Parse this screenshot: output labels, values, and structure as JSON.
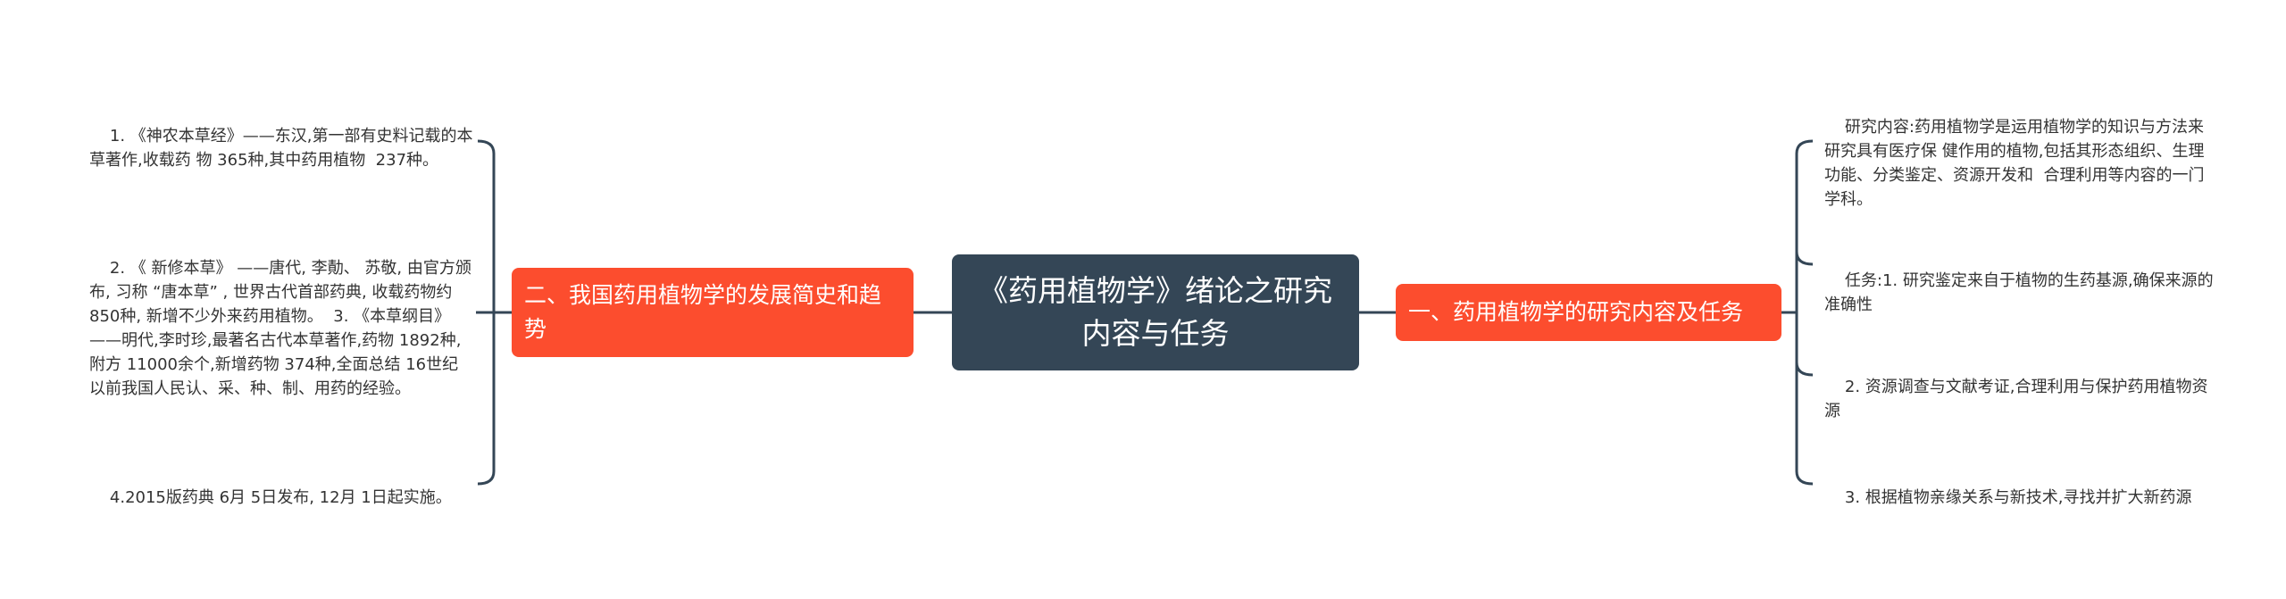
{
  "root": {
    "title": "《药用植物学》绪论之研究内容与任务"
  },
  "branches": {
    "left": {
      "label": "二、我国药用植物学的发展简史和趋势",
      "leaves": [
        "1. 《神农本草经》——东汉,第一部有史料记载的本草著作,收载药 物 365种,其中药用植物  237种。",
        "2. 《 新修本草》 ——唐代, 李勣、 苏敬, 由官方颁布, 习称 “唐本草” , 世界古代首部药典, 收载药物约 850种, 新增不少外来药用植物。  3. 《本草纲目》——明代,李时珍,最著名古代本草著作,药物 1892种,附方 11000余个,新增药物 374种,全面总结 16世纪以前我国人民认、采、种、制、用药的经验。",
        "4.2015版药典 6月 5日发布, 12月 1日起实施。"
      ]
    },
    "right": {
      "label": "一、药用植物学的研究内容及任务",
      "leaves": [
        "研究内容:药用植物学是运用植物学的知识与方法来研究具有医疗保 健作用的植物,包括其形态组织、生理功能、分类鉴定、资源开发和  合理利用等内容的一门学科。",
        "任务:1. 研究鉴定来自于植物的生药基源,确保来源的准确性",
        "2. 资源调查与文献考证,合理利用与保护药用植物资源",
        "3. 根据植物亲缘关系与新技术,寻找并扩大新药源"
      ]
    }
  },
  "colors": {
    "root_bg": "#344656",
    "branch_bg": "#fc4d2e",
    "line": "#344656",
    "leaf_text": "#333333"
  }
}
